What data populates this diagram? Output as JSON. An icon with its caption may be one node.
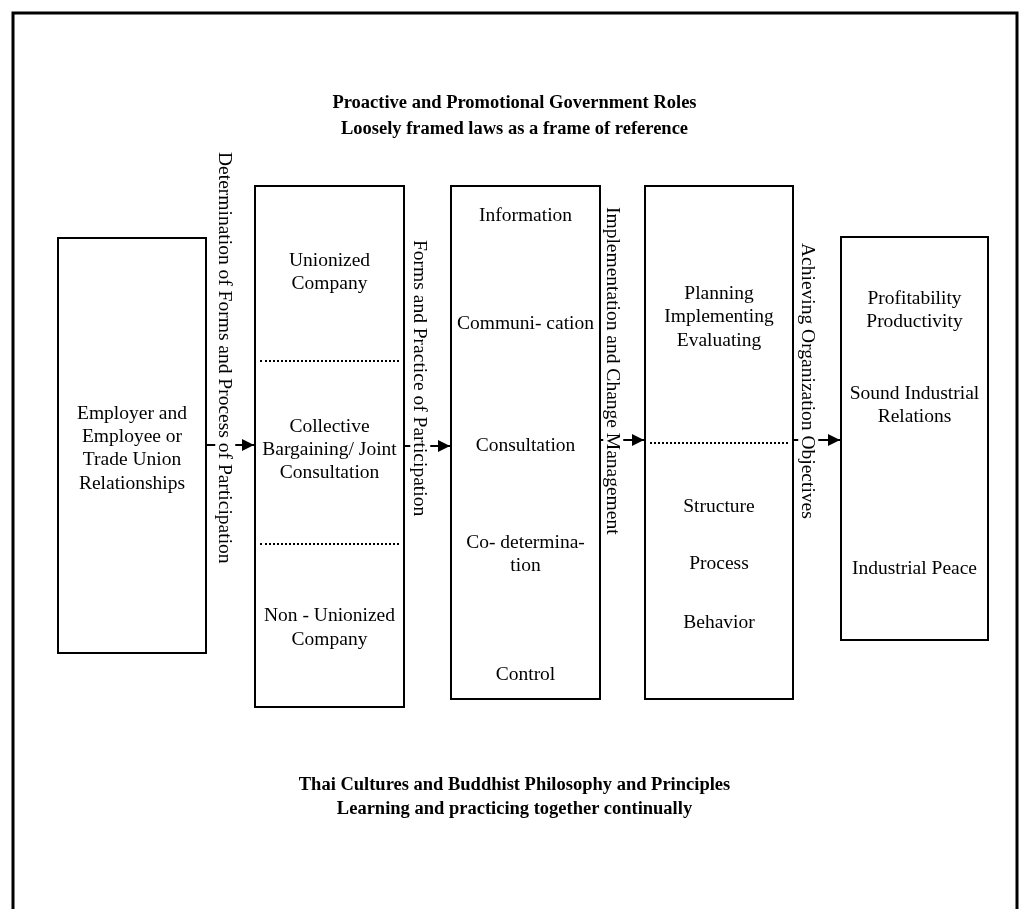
{
  "diagram": {
    "nodes": [
      {
        "text": [
          "Employer and Employee or Trade Union Relationships"
        ]
      },
      {
        "text": [
          "Unionized Company",
          "Collective Bargaining/ Joint Consultation",
          "Non - Unionized Company"
        ]
      },
      {
        "text": [
          "Information",
          "Communi- cation",
          "Consultation",
          "Co- determina- tion",
          "Control"
        ]
      },
      {
        "text": [
          "Planning Implementing Evaluating",
          "Structure",
          "Process",
          "Behavior"
        ]
      },
      {
        "text": [
          "Profitability Productivity",
          "Sound Industrial Relations",
          "Industrial Peace"
        ]
      }
    ],
    "edges": [
      {
        "from": 0,
        "to": 1,
        "arrow": "to",
        "label": "Determination of Forms and Process of Participation"
      },
      {
        "from": 1,
        "to": 2,
        "arrow": "to",
        "label": "Forms and Practice of Participation"
      },
      {
        "from": 2,
        "to": 3,
        "arrow": "to",
        "label": "Implementation and Change Management"
      },
      {
        "from": 3,
        "to": 4,
        "arrow": "to",
        "label": "Achieving Organization Objectives"
      }
    ],
    "labels": [
      "Proactive and Promotional Government Roles",
      "Loosely framed laws as a frame of reference",
      "Thai Cultures and Buddhist Philosophy and Principles",
      "Learning and practicing together continually"
    ]
  }
}
